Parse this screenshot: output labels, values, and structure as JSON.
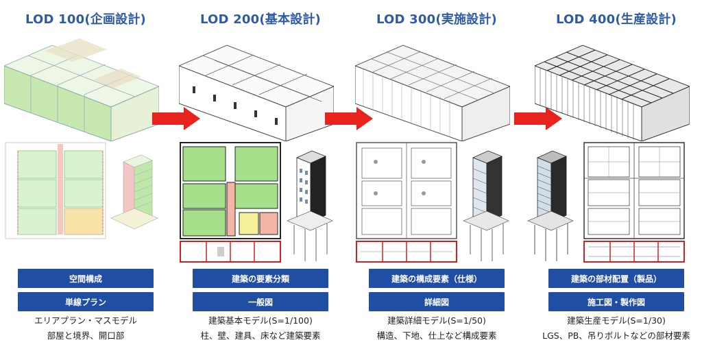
{
  "stages": [
    {
      "title": "LOD 100(企画設計)",
      "tags": [
        "空間構成",
        "単線プラン"
      ],
      "desc": [
        "エリアプラン・マスモデル",
        "部屋と境界、開口部"
      ],
      "accent": "#b9e3a6"
    },
    {
      "title": "LOD 200(基本設計)",
      "tags": [
        "建築の要素分類",
        "一般図"
      ],
      "desc": [
        "建築基本モデル(S=1/100)",
        "柱、壁、建具、床など建築要素"
      ],
      "accent": "#9bdc7f"
    },
    {
      "title": "LOD 300(実施設計)",
      "tags": [
        "建築の構成要素（仕様）",
        "詳細図"
      ],
      "desc": [
        "建築詳細モデル(S=1/50)",
        "構造、下地、仕上など構成要素"
      ],
      "accent": "#dcdcdc"
    },
    {
      "title": "LOD 400(生産設計)",
      "tags": [
        "建築の部材配置（製品）",
        "施工図・製作図"
      ],
      "desc": [
        "建築生産モデル(S=1/30)",
        "LGS、PB、吊りボルトなどの部材要素"
      ],
      "accent": "#cfcfcf"
    }
  ],
  "colors": {
    "title": "#2f5aa8",
    "tag_bg": "#1f4ea3",
    "arrow": "#e8231d",
    "elevation_red": "#d11f1f"
  },
  "icons": [
    "right-arrow-icon"
  ]
}
